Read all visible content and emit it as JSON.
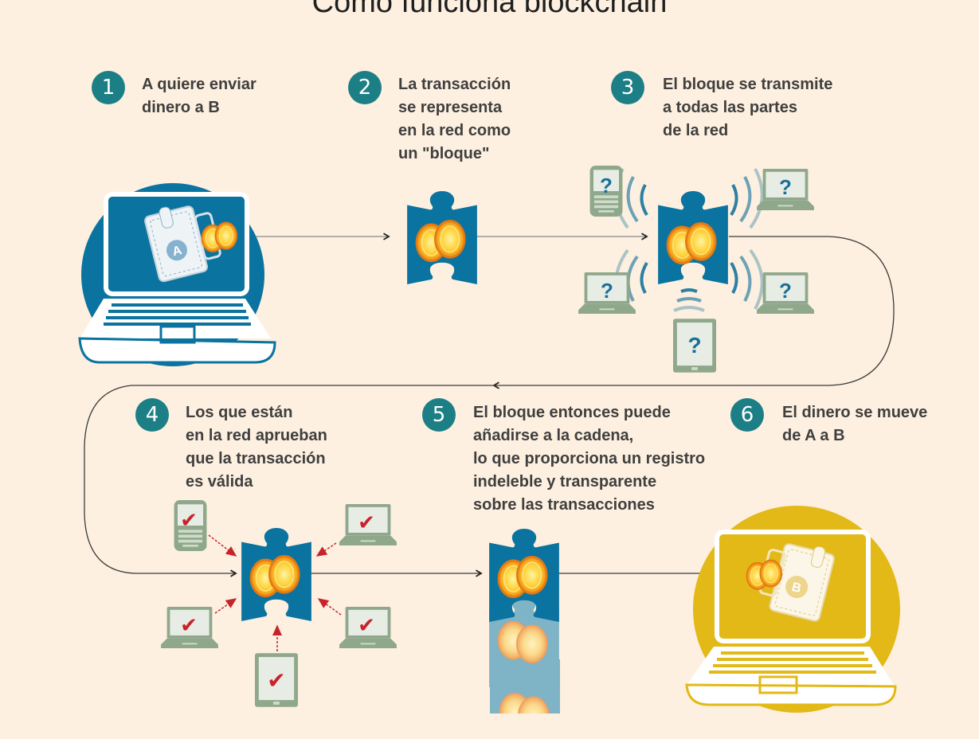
{
  "title": "Cómo funciona blockchain",
  "colors": {
    "background": "#fdf0e0",
    "badge": "#1d7f86",
    "block_blue": "#0a73a0",
    "sender_circle": "#0a73a0",
    "receiver_circle": "#e3b918",
    "device_gray": "#8fa88c",
    "check_red": "#c8232c",
    "coin_yellow": "#ffd23a"
  },
  "steps": [
    {
      "number": "1",
      "text": "A quiere enviar\ndinero a B"
    },
    {
      "number": "2",
      "text": "La transacción\nse representa\nen la red como\nun \"bloque\""
    },
    {
      "number": "3",
      "text": "El bloque se transmite\na todas las partes\nde la red"
    },
    {
      "number": "4",
      "text": "Los que están\nen la red aprueban\nque la transacción\nes válida"
    },
    {
      "number": "5",
      "text": "El bloque entonces puede\nañadirse a la cadena,\nlo que proporciona un registro\nindeleble y transparente\nsobre las transacciones"
    },
    {
      "number": "6",
      "text": "El dinero se mueve\nde A a B"
    }
  ],
  "illustrations": {
    "sender_wallet_label": "A",
    "receiver_wallet_label": "B",
    "pending_device_mark": "?",
    "approved_device_mark": "✔"
  }
}
